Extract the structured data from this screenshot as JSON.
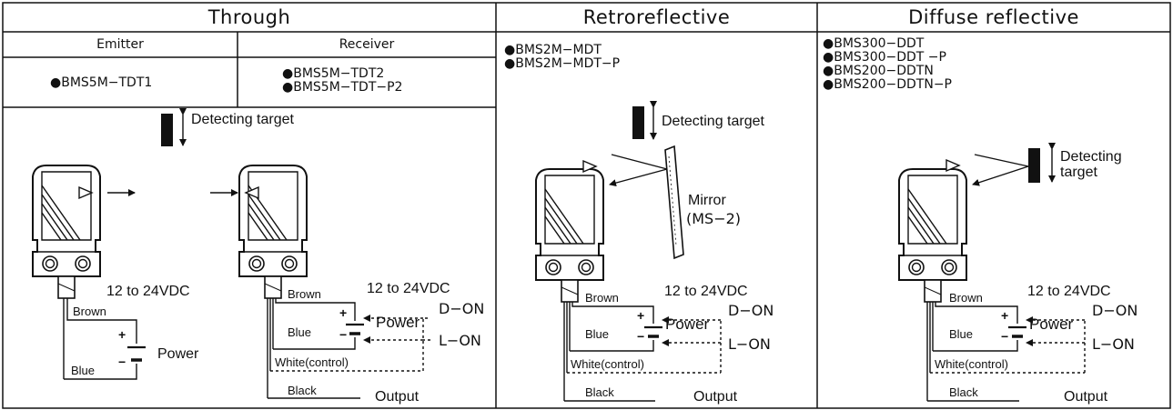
{
  "headers": {
    "through": "Through",
    "retro": "Retroreflective",
    "diffuse": "Diffuse reflective"
  },
  "through": {
    "emitter_label": "Emitter",
    "receiver_label": "Receiver",
    "emitter_models": [
      "●BMS5M−TDT1"
    ],
    "receiver_models": [
      "●BMS5M−TDT2",
      "●BMS5M−TDT−P2"
    ]
  },
  "retro": {
    "models": [
      "●BMS2M−MDT",
      "●BMS2M−MDT−P"
    ]
  },
  "diffuse": {
    "models": [
      "●BMS300−DDT",
      "●BMS300−DDT −P",
      "●BMS200−DDTN",
      "●BMS200−DDTN−P"
    ]
  },
  "labels": {
    "detecting_target": "Detecting target",
    "detecting": "Detecting",
    "target": "target",
    "mirror": "Mirror",
    "mirror_model": "(MS−2)",
    "voltage": "12 to 24VDC",
    "power": "Power",
    "brown": "Brown",
    "blue": "Blue",
    "white": "White(control)",
    "black": "Black",
    "output": "Output",
    "d_on": "D−ON",
    "l_on": "L−ON",
    "plus": "+",
    "minus": "−"
  }
}
